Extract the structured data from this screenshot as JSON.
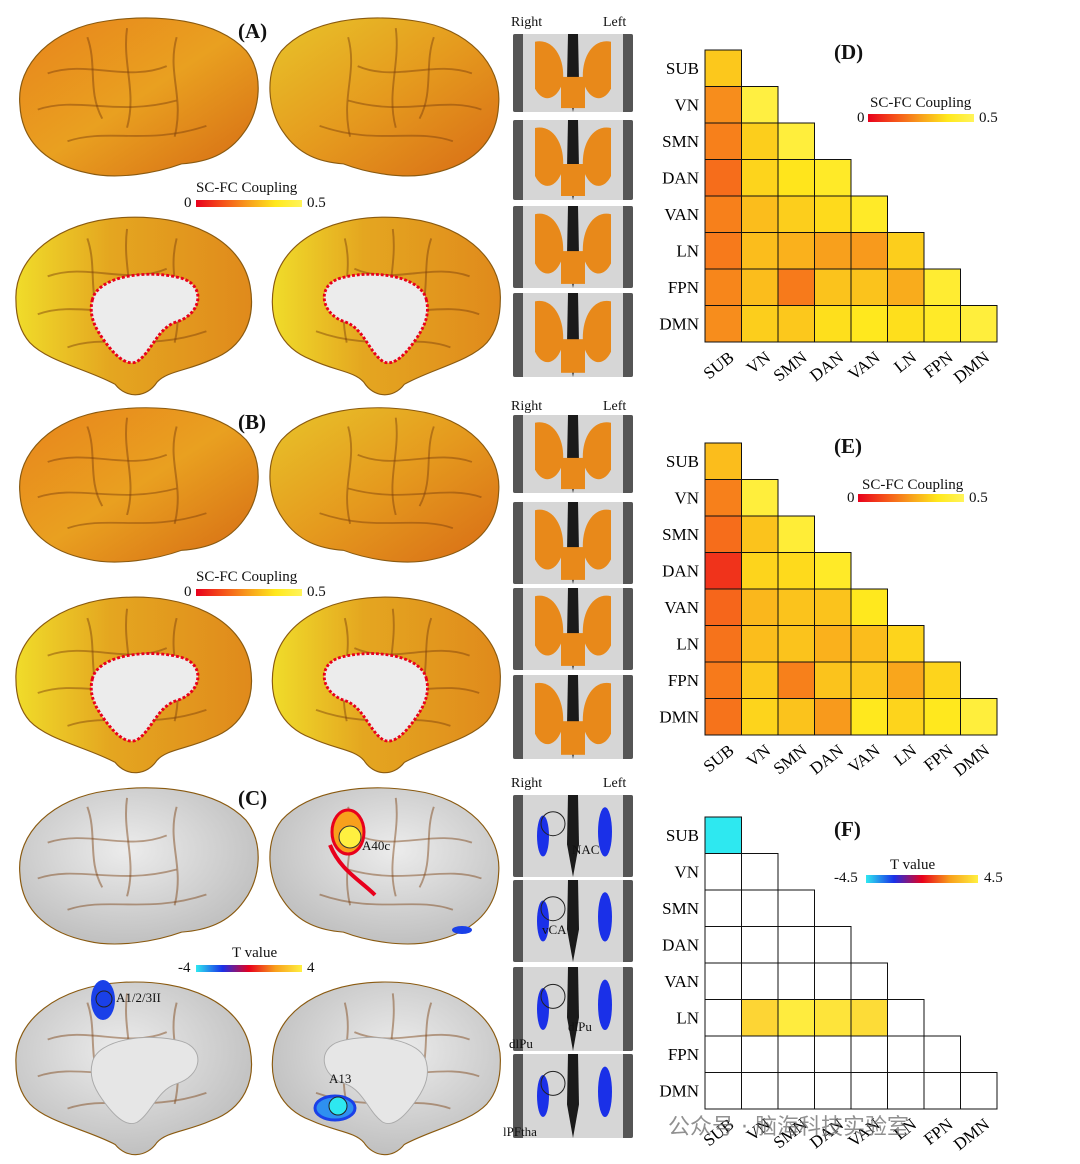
{
  "panels": {
    "A": {
      "label": "(A)",
      "colorbar": {
        "title": "SC-FC Coupling",
        "min": "0",
        "max": "0.5"
      }
    },
    "B": {
      "label": "(B)",
      "colorbar": {
        "title": "SC-FC Coupling",
        "min": "0",
        "max": "0.5"
      }
    },
    "C": {
      "label": "(C)",
      "colorbar": {
        "title": "T value",
        "min": "-4",
        "max": "4"
      },
      "regions": [
        "A40c",
        "A1/2/3II",
        "A13"
      ]
    },
    "D": {
      "label": "(D)",
      "colorbar": {
        "title": "SC-FC Coupling",
        "min": "0",
        "max": "0.5"
      }
    },
    "E": {
      "label": "(E)",
      "colorbar": {
        "title": "SC-FC Coupling",
        "min": "0",
        "max": "0.5"
      }
    },
    "F": {
      "label": "(F)",
      "colorbar": {
        "title": "T value",
        "min": "-4.5",
        "max": "4.5"
      }
    }
  },
  "slice_orientation": {
    "right": "Right",
    "left": "Left"
  },
  "subcortical_regions": [
    "NAC",
    "vCA",
    "dlPu",
    "dlPu",
    "lPFtha"
  ],
  "networks": [
    "SUB",
    "VN",
    "SMN",
    "DAN",
    "VAN",
    "LN",
    "FPN",
    "DMN"
  ],
  "colors": {
    "coupling_scale": [
      "#e8001c",
      "#f5501a",
      "#f8a01c",
      "#ffe81c",
      "#fff45a"
    ],
    "tvalue_scale": [
      "#2ee8f0",
      "#1a30e8",
      "#e8001c",
      "#f8a01c",
      "#fff040"
    ],
    "cortex_gray": "#cfcfcf"
  },
  "watermark": "公众号 · 脑海科技实验室",
  "chart_data": [
    {
      "type": "heatmap",
      "panel": "(D)",
      "title": "SC-FC Coupling",
      "categories": [
        "SUB",
        "VN",
        "SMN",
        "DAN",
        "VAN",
        "LN",
        "FPN",
        "DMN"
      ],
      "scale": [
        0,
        0.5
      ],
      "lower_triangle": [
        [
          0.32
        ],
        [
          0.22,
          0.45
        ],
        [
          0.2,
          0.33,
          0.44
        ],
        [
          0.17,
          0.34,
          0.37,
          0.4
        ],
        [
          0.2,
          0.3,
          0.33,
          0.35,
          0.4
        ],
        [
          0.19,
          0.3,
          0.28,
          0.25,
          0.24,
          0.33
        ],
        [
          0.21,
          0.3,
          0.19,
          0.31,
          0.31,
          0.27,
          0.42
        ],
        [
          0.22,
          0.33,
          0.32,
          0.36,
          0.38,
          0.36,
          0.4,
          0.44
        ]
      ]
    },
    {
      "type": "heatmap",
      "panel": "(E)",
      "title": "SC-FC Coupling",
      "categories": [
        "SUB",
        "VN",
        "SMN",
        "DAN",
        "VAN",
        "LN",
        "FPN",
        "DMN"
      ],
      "scale": [
        0,
        0.5
      ],
      "lower_triangle": [
        [
          0.3
        ],
        [
          0.2,
          0.44
        ],
        [
          0.17,
          0.31,
          0.43
        ],
        [
          0.08,
          0.34,
          0.35,
          0.4
        ],
        [
          0.16,
          0.29,
          0.31,
          0.31,
          0.38
        ],
        [
          0.18,
          0.3,
          0.31,
          0.28,
          0.3,
          0.34
        ],
        [
          0.19,
          0.32,
          0.2,
          0.31,
          0.32,
          0.26,
          0.34
        ],
        [
          0.18,
          0.34,
          0.31,
          0.24,
          0.38,
          0.34,
          0.38,
          0.44
        ]
      ]
    },
    {
      "type": "heatmap",
      "panel": "(F)",
      "title": "T value",
      "categories": [
        "SUB",
        "VN",
        "SMN",
        "DAN",
        "VAN",
        "LN",
        "FPN",
        "DMN"
      ],
      "scale": [
        -4.5,
        4.5
      ],
      "lower_triangle": [
        [
          -4.2
        ],
        [
          0,
          0
        ],
        [
          0,
          0,
          0
        ],
        [
          0,
          0,
          0,
          0
        ],
        [
          0,
          0,
          0,
          0,
          0
        ],
        [
          0,
          3.0,
          4.3,
          3.8,
          3.4,
          0
        ],
        [
          0,
          0,
          0,
          0,
          0,
          0,
          0
        ],
        [
          0,
          0,
          0,
          0,
          0,
          0,
          0,
          0
        ]
      ]
    }
  ]
}
